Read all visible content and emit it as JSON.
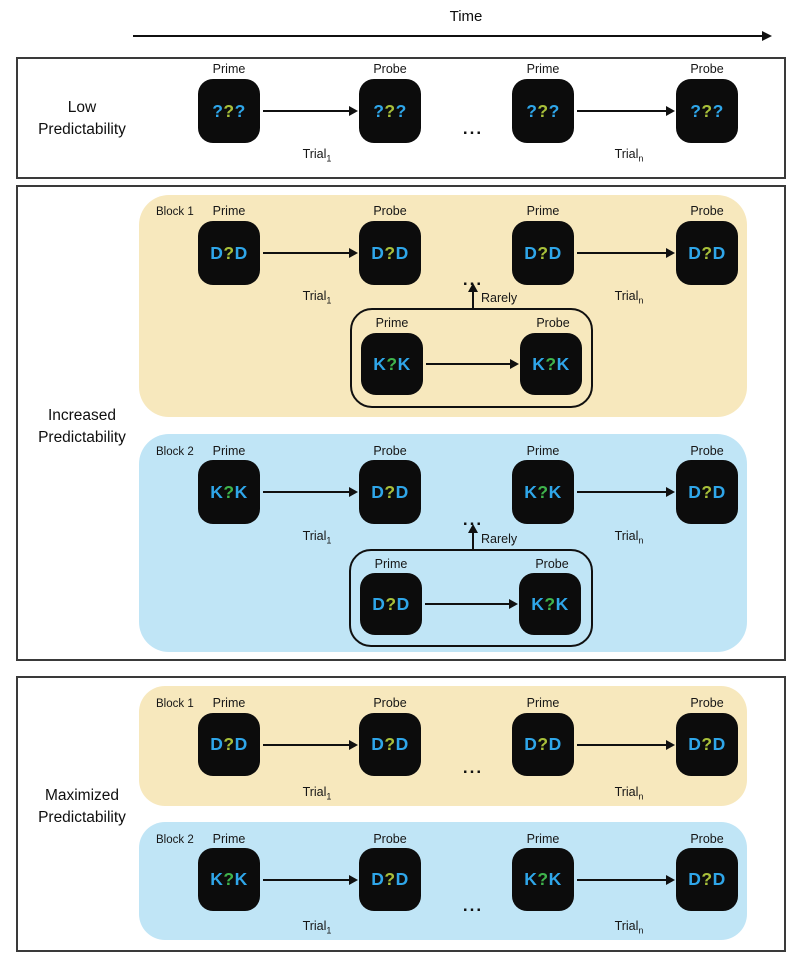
{
  "header": {
    "time_label": "Time"
  },
  "colors": {
    "letter_blue": "#2FA6E9",
    "question_yellow_green": "#A8C03A",
    "question_green": "#3FB44C",
    "block1_bg": "#F7E8BD",
    "block2_bg": "#C0E5F6",
    "stimulus_bg": "#0C0C0C"
  },
  "labels": {
    "prime": "Prime",
    "probe": "Probe",
    "trial_base": "Trial",
    "trial_first_sub": "1",
    "trial_last_sub": "n",
    "ellipsis": "...",
    "rarely": "Rarely",
    "block1": "Block 1",
    "block2": "Block 2"
  },
  "stimuli": {
    "unknown": {
      "c1": "?",
      "c2": "?",
      "c3": "?",
      "text": "???"
    },
    "ddd": {
      "c1": "D",
      "c2": "?",
      "c3": "D",
      "text": "D?D"
    },
    "kkk": {
      "c1": "K",
      "c2": "?",
      "c3": "K",
      "text": "K?K"
    }
  },
  "panels": {
    "low": {
      "title_lines": [
        "Low",
        "Predictability"
      ],
      "trial_first": {
        "prime": "???",
        "probe": "???"
      },
      "trial_last": {
        "prime": "???",
        "probe": "???"
      }
    },
    "increased": {
      "title_lines": [
        "Increased",
        "Predictability"
      ],
      "block1": {
        "label": "Block 1",
        "trial_first": {
          "prime": "D?D",
          "probe": "D?D"
        },
        "trial_last": {
          "prime": "D?D",
          "probe": "D?D"
        },
        "rare_trial": {
          "label": "Rarely",
          "prime": "K?K",
          "probe": "K?K"
        }
      },
      "block2": {
        "label": "Block 2",
        "trial_first": {
          "prime": "K?K",
          "probe": "D?D"
        },
        "trial_last": {
          "prime": "K?K",
          "probe": "D?D"
        },
        "rare_trial": {
          "label": "Rarely",
          "prime": "D?D",
          "probe": "K?K"
        }
      }
    },
    "maximized": {
      "title_lines": [
        "Maximized",
        "Predictability"
      ],
      "block1": {
        "label": "Block 1",
        "trial_first": {
          "prime": "D?D",
          "probe": "D?D"
        },
        "trial_last": {
          "prime": "D?D",
          "probe": "D?D"
        }
      },
      "block2": {
        "label": "Block 2",
        "trial_first": {
          "prime": "K?K",
          "probe": "D?D"
        },
        "trial_last": {
          "prime": "K?K",
          "probe": "D?D"
        }
      }
    }
  }
}
